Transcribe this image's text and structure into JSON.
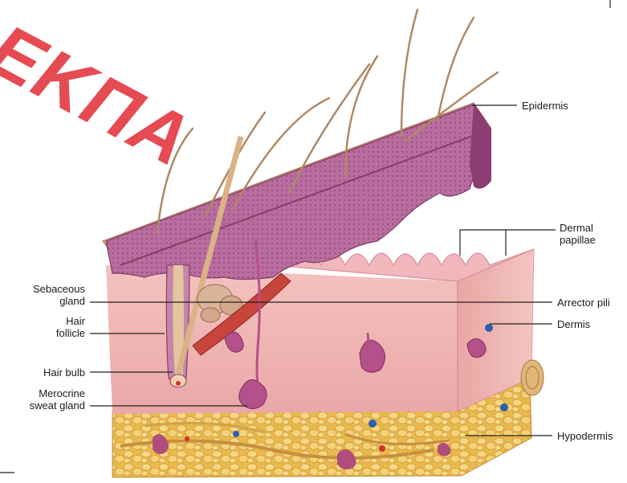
{
  "watermark": "ΕΚΠΑ",
  "labels": {
    "epidermis": "Epidermis",
    "dermal_papillae_1": "Dermal",
    "dermal_papillae_2": "papillae",
    "sebaceous_1": "Sebaceous",
    "sebaceous_2": "gland",
    "arrector_pili": "Arrector pili",
    "hair_follicle_1": "Hair",
    "hair_follicle_2": "follicle",
    "dermis": "Dermis",
    "hair_bulb": "Hair bulb",
    "merocrine_1": "Merocrine",
    "merocrine_2": "sweat gland",
    "hypodermis": "Hypodermis"
  },
  "colors": {
    "watermark": "#e64a52",
    "epidermis": "#b56a9a",
    "dermis": "#f1b4b4",
    "hypodermis_fat": "#f2cf6e",
    "hair": "#c9a27a",
    "muscle": "#c8453b"
  }
}
